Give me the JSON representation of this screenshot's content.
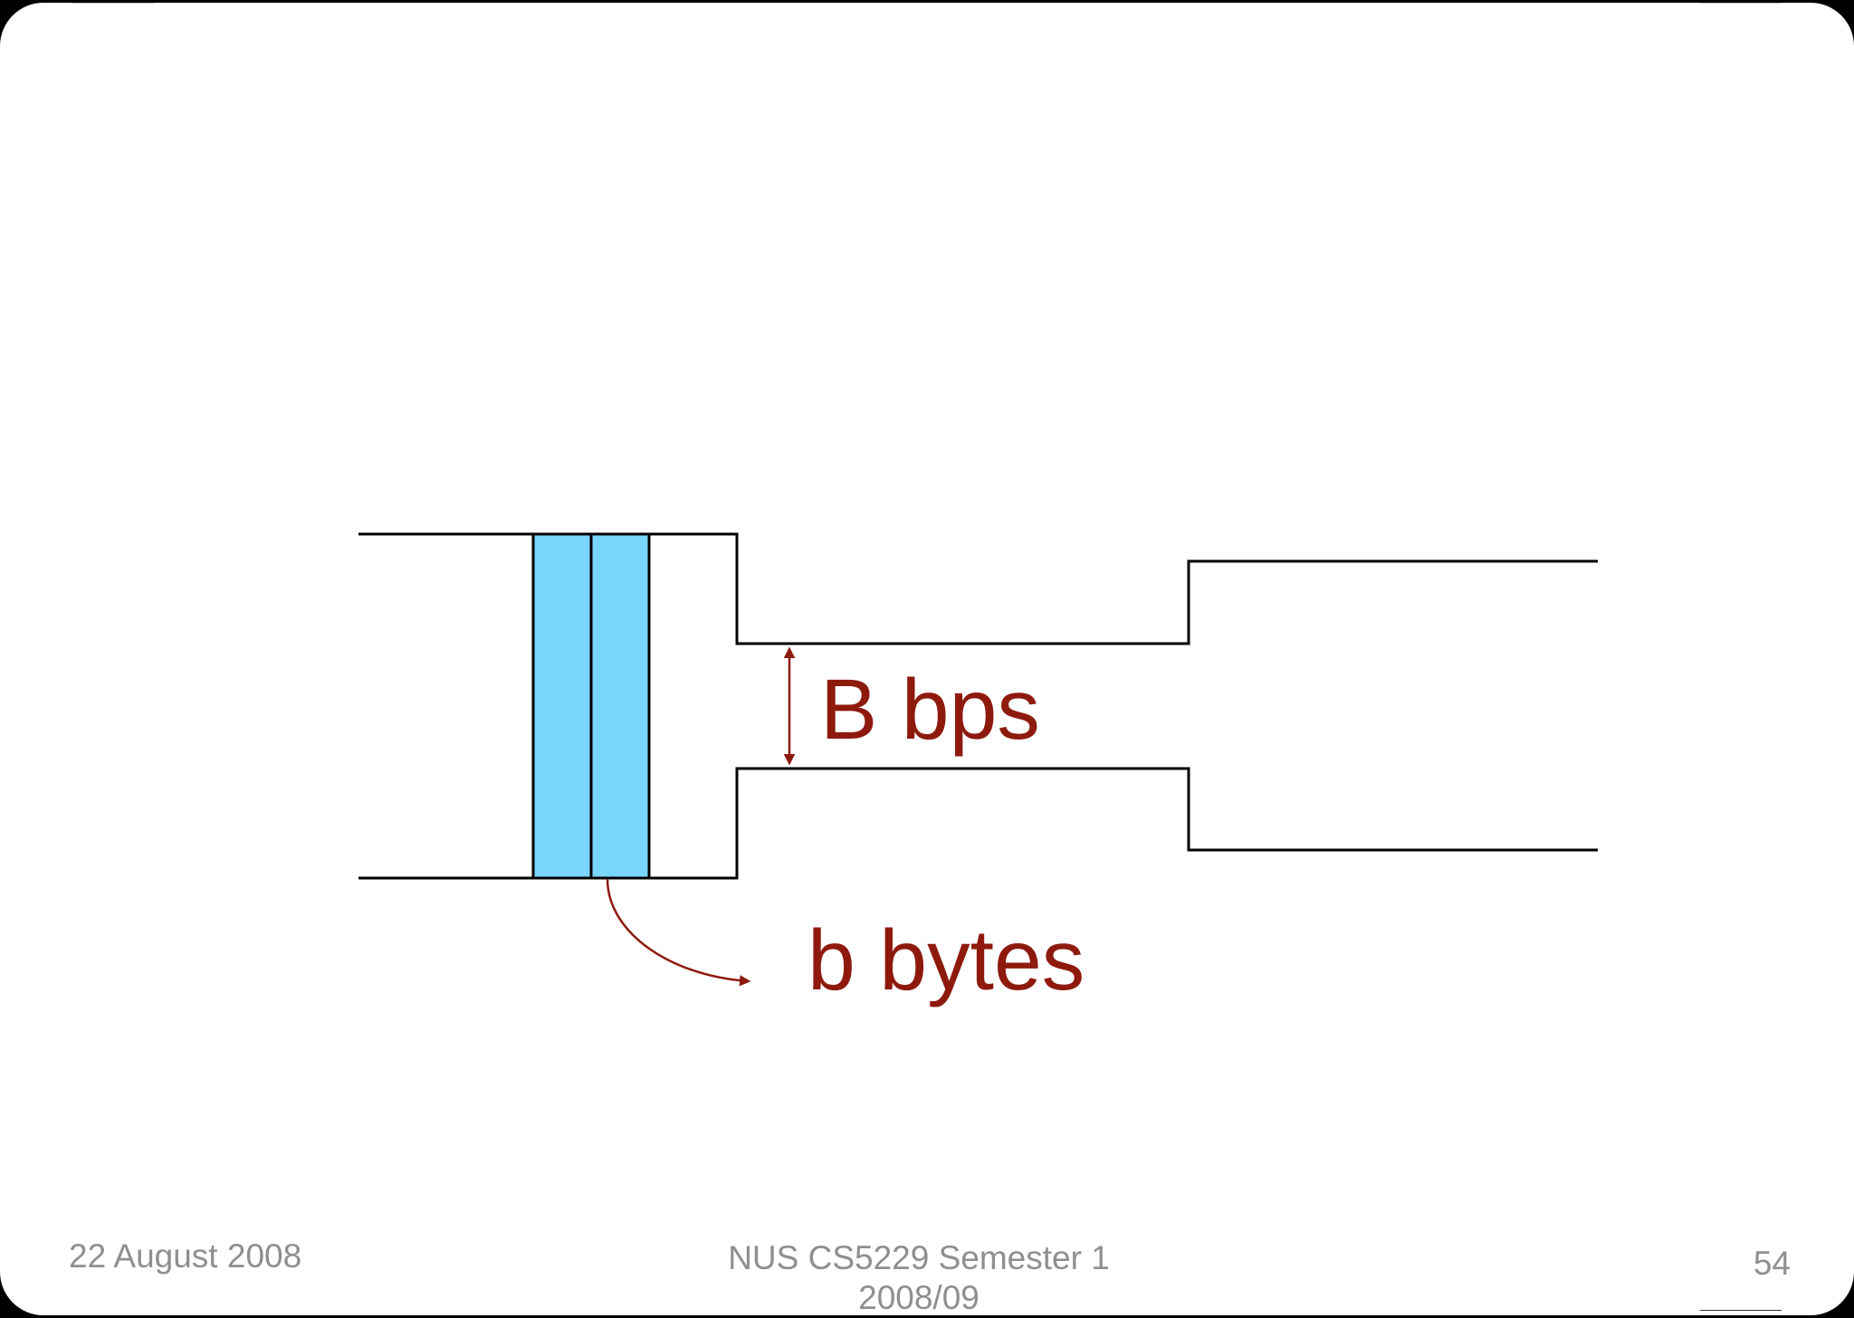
{
  "diagram": {
    "bandwidth_label": "B bps",
    "packet_size_label": "b bytes",
    "colors": {
      "packet_fill": "#79d5fb",
      "annotation": "#8e1a0e",
      "outline": "#000000"
    }
  },
  "footer": {
    "date": "22 August 2008",
    "course_line1": "NUS CS5229 Semester 1",
    "course_line2": "2008/09",
    "page_number": "54"
  }
}
